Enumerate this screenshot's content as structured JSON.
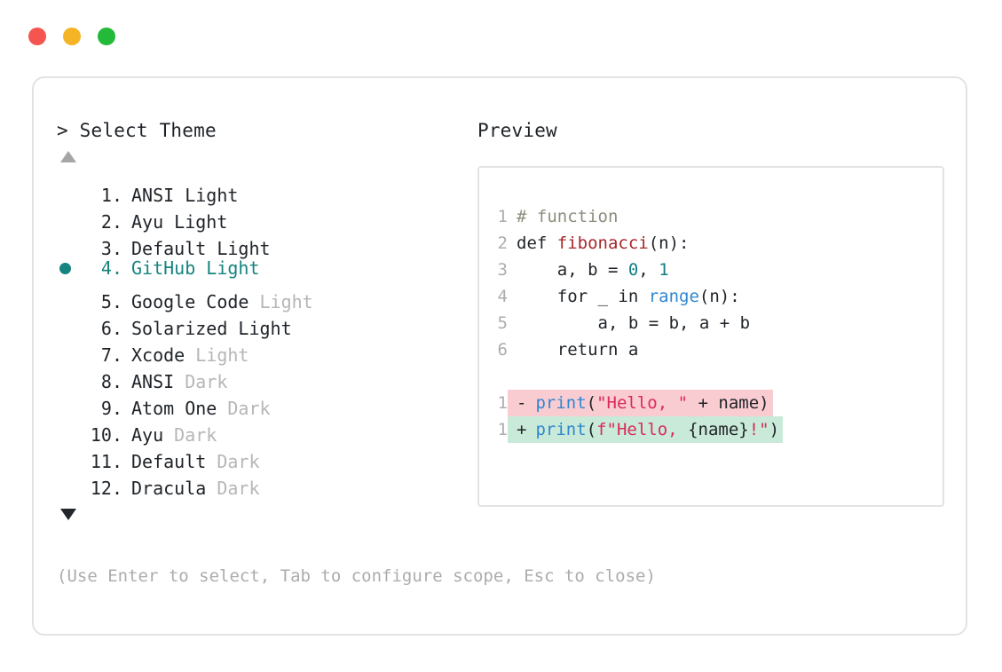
{
  "window": {
    "traffic_lights": [
      {
        "name": "close-dot",
        "color": "#f4564f"
      },
      {
        "name": "minimize-dot",
        "color": "#f5b425"
      },
      {
        "name": "maximize-dot",
        "color": "#23ba39"
      }
    ]
  },
  "left": {
    "prompt": "> Select Theme",
    "scroll_up_icon": "triangle-up-icon",
    "scroll_down_icon": "triangle-down-icon",
    "selected_index": 4,
    "themes": [
      {
        "num": "1.",
        "name": "ANSI",
        "suffix": "Light",
        "suffix_muted": false,
        "selected": false
      },
      {
        "num": "2.",
        "name": "Ayu",
        "suffix": "Light",
        "suffix_muted": false,
        "selected": false
      },
      {
        "num": "3.",
        "name": "Default",
        "suffix": "Light",
        "suffix_muted": false,
        "selected": false
      },
      {
        "num": "4.",
        "name": "GitHub",
        "suffix": "Light",
        "suffix_muted": false,
        "selected": true
      },
      {
        "num": "5.",
        "name": "Google Code",
        "suffix": "Light",
        "suffix_muted": true,
        "selected": false
      },
      {
        "num": "6.",
        "name": "Solarized",
        "suffix": "Light",
        "suffix_muted": false,
        "selected": false
      },
      {
        "num": "7.",
        "name": "Xcode",
        "suffix": "Light",
        "suffix_muted": true,
        "selected": false
      },
      {
        "num": "8.",
        "name": "ANSI",
        "suffix": "Dark",
        "suffix_muted": true,
        "selected": false
      },
      {
        "num": "9.",
        "name": "Atom One",
        "suffix": "Dark",
        "suffix_muted": true,
        "selected": false
      },
      {
        "num": "10.",
        "name": "Ayu",
        "suffix": "Dark",
        "suffix_muted": true,
        "selected": false
      },
      {
        "num": "11.",
        "name": "Default",
        "suffix": "Dark",
        "suffix_muted": true,
        "selected": false
      },
      {
        "num": "12.",
        "name": "Dracula",
        "suffix": "Dark",
        "suffix_muted": true,
        "selected": false
      }
    ]
  },
  "right": {
    "title": "Preview",
    "code_lines": [
      {
        "ln": "1",
        "tokens": [
          {
            "t": "# function",
            "c": "comment"
          }
        ]
      },
      {
        "ln": "2",
        "tokens": [
          {
            "t": "def ",
            "c": "plain"
          },
          {
            "t": "fibonacci",
            "c": "func"
          },
          {
            "t": "(n):",
            "c": "plain"
          }
        ]
      },
      {
        "ln": "3",
        "tokens": [
          {
            "t": "    a, b = ",
            "c": "plain"
          },
          {
            "t": "0",
            "c": "num"
          },
          {
            "t": ", ",
            "c": "plain"
          },
          {
            "t": "1",
            "c": "num"
          }
        ]
      },
      {
        "ln": "4",
        "tokens": [
          {
            "t": "    for _ in ",
            "c": "plain"
          },
          {
            "t": "range",
            "c": "builtin"
          },
          {
            "t": "(n):",
            "c": "plain"
          }
        ]
      },
      {
        "ln": "5",
        "tokens": [
          {
            "t": "        a, b = b, a + b",
            "c": "plain"
          }
        ]
      },
      {
        "ln": "6",
        "tokens": [
          {
            "t": "    return a",
            "c": "plain"
          }
        ]
      }
    ],
    "diff_lines": [
      {
        "ln": "1",
        "sign": "-",
        "kind": "del",
        "tokens": [
          {
            "t": "print",
            "c": "builtin"
          },
          {
            "t": "(",
            "c": "plain"
          },
          {
            "t": "\"Hello, \"",
            "c": "string"
          },
          {
            "t": " + name)",
            "c": "plain"
          }
        ]
      },
      {
        "ln": "1",
        "sign": "+",
        "kind": "add",
        "tokens": [
          {
            "t": "print",
            "c": "builtin"
          },
          {
            "t": "(",
            "c": "plain"
          },
          {
            "t": "f\"Hello, ",
            "c": "string"
          },
          {
            "t": "{name}",
            "c": "plain"
          },
          {
            "t": "!\"",
            "c": "string"
          },
          {
            "t": ")",
            "c": "plain"
          }
        ]
      }
    ]
  },
  "hint": "(Use Enter to select, Tab to configure scope, Esc to close)",
  "colors": {
    "accent": "#16847f",
    "border": "#e3e3e5",
    "text": "#1f2328",
    "muted": "#b6b6b8",
    "diff_del_bg": "#f9ccd2",
    "diff_add_bg": "#c9ead8"
  }
}
